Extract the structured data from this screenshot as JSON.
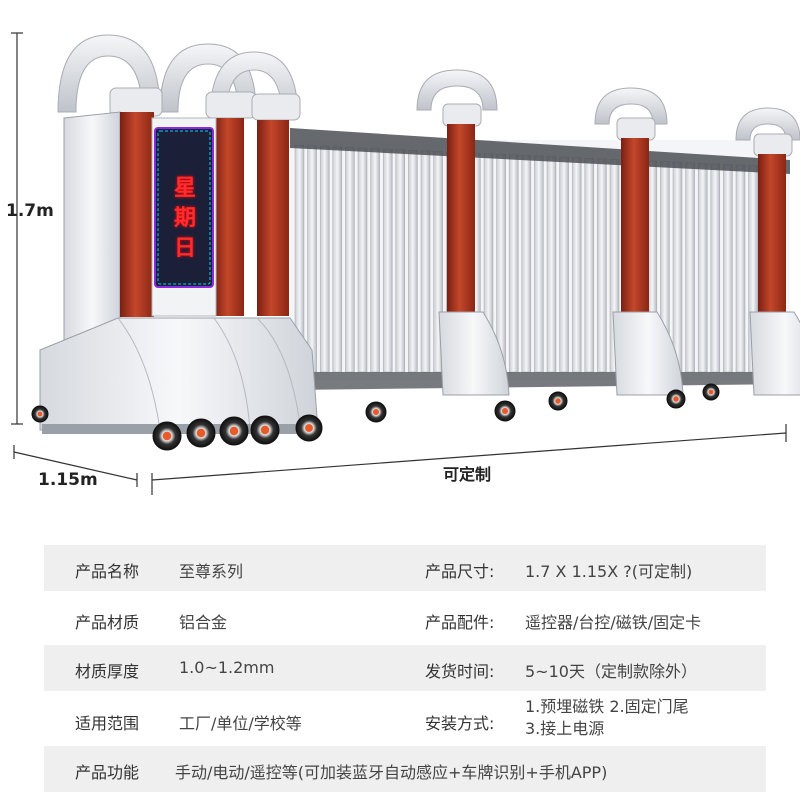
{
  "dimensions": {
    "height": "1.7m",
    "depth": "1.15m",
    "width": "可定制"
  },
  "display_text": [
    "星",
    "期",
    "日"
  ],
  "specs": [
    {
      "label_left": "产品名称",
      "value_left": "至尊系列",
      "label_right": "产品尺寸:",
      "value_right": "1.7 X 1.15X ?(可定制)"
    },
    {
      "label_left": "产品材质",
      "value_left": "铝合金",
      "label_right": "产品配件:",
      "value_right": "遥控器/台控/磁铁/固定卡"
    },
    {
      "label_left": "材质厚度",
      "value_left": "1.0~1.2mm",
      "label_right": "发货时间:",
      "value_right": "5~10天（定制款除外）"
    },
    {
      "label_left": "适用范围",
      "value_left": "工厂/单位/学校等",
      "label_right": "安装方式:",
      "value_right_lines": [
        "1.预埋磁铁  2.固定门尾",
        "3.接上电源"
      ]
    },
    {
      "label_left": "产品功能",
      "value_left": "手动/电动/遥控等(可加装蓝牙自动感应+车牌识别+手机APP)"
    }
  ],
  "colors": {
    "pillar": "#b33a22",
    "body": "#e8eaee",
    "row_shade": "#efefef"
  }
}
